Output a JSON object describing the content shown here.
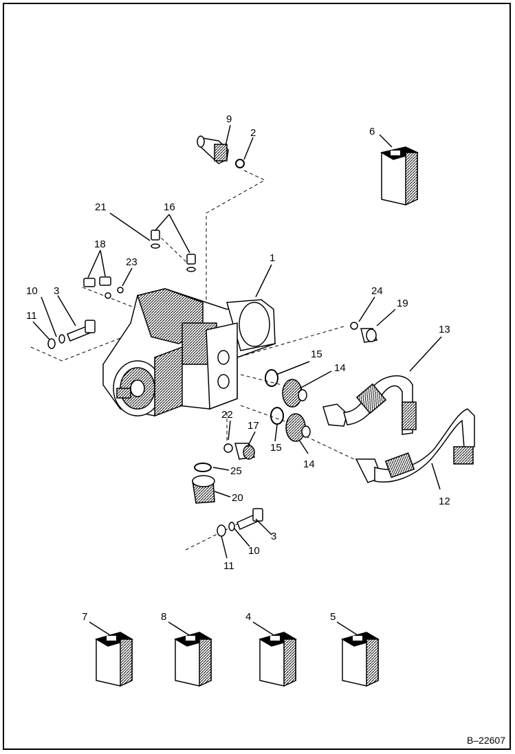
{
  "figure_id": "B–22607",
  "callouts": [
    {
      "id": "c9",
      "label": "9"
    },
    {
      "id": "c2",
      "label": "2"
    },
    {
      "id": "c6",
      "label": "6"
    },
    {
      "id": "c21",
      "label": "21"
    },
    {
      "id": "c16",
      "label": "16"
    },
    {
      "id": "c18",
      "label": "18"
    },
    {
      "id": "c23",
      "label": "23"
    },
    {
      "id": "c1",
      "label": "1"
    },
    {
      "id": "c10a",
      "label": "10"
    },
    {
      "id": "c3a",
      "label": "3"
    },
    {
      "id": "c11a",
      "label": "11"
    },
    {
      "id": "c24",
      "label": "24"
    },
    {
      "id": "c19",
      "label": "19"
    },
    {
      "id": "c13",
      "label": "13"
    },
    {
      "id": "c15a",
      "label": "15"
    },
    {
      "id": "c14a",
      "label": "14"
    },
    {
      "id": "c22",
      "label": "22"
    },
    {
      "id": "c17",
      "label": "17"
    },
    {
      "id": "c15b",
      "label": "15"
    },
    {
      "id": "c14b",
      "label": "14"
    },
    {
      "id": "c25",
      "label": "25"
    },
    {
      "id": "c20",
      "label": "20"
    },
    {
      "id": "c12",
      "label": "12"
    },
    {
      "id": "c3b",
      "label": "3"
    },
    {
      "id": "c10b",
      "label": "10"
    },
    {
      "id": "c11b",
      "label": "11"
    },
    {
      "id": "c7",
      "label": "7"
    },
    {
      "id": "c8",
      "label": "8"
    },
    {
      "id": "c4",
      "label": "4"
    },
    {
      "id": "c5",
      "label": "5"
    }
  ]
}
